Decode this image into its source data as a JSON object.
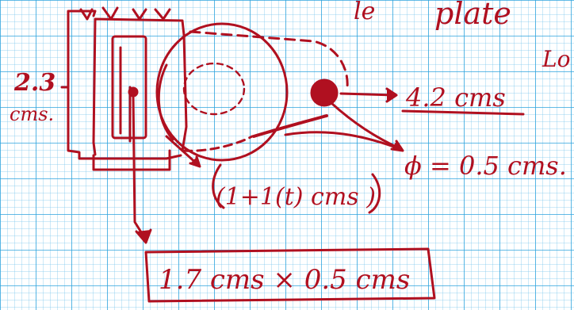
{
  "sketch": {
    "header_fragment_1": "le",
    "header_fragment_2": "plate",
    "header_fragment_3": "Lo",
    "left_dimension_line1": "2.3",
    "left_dimension_line2": "cms.",
    "right_dimension": "4.2 cms",
    "diameter_label": "ϕ = 0.5 cms.",
    "lower_dimension": "(1+1(t) cms )",
    "bottom_box_label": "1.7 cms × 0.5 cms"
  },
  "colors": {
    "paper": "#ffffff",
    "grid_minor": "#7ec8ee",
    "grid_major": "#2ea3dd",
    "ink": "#b01020"
  }
}
